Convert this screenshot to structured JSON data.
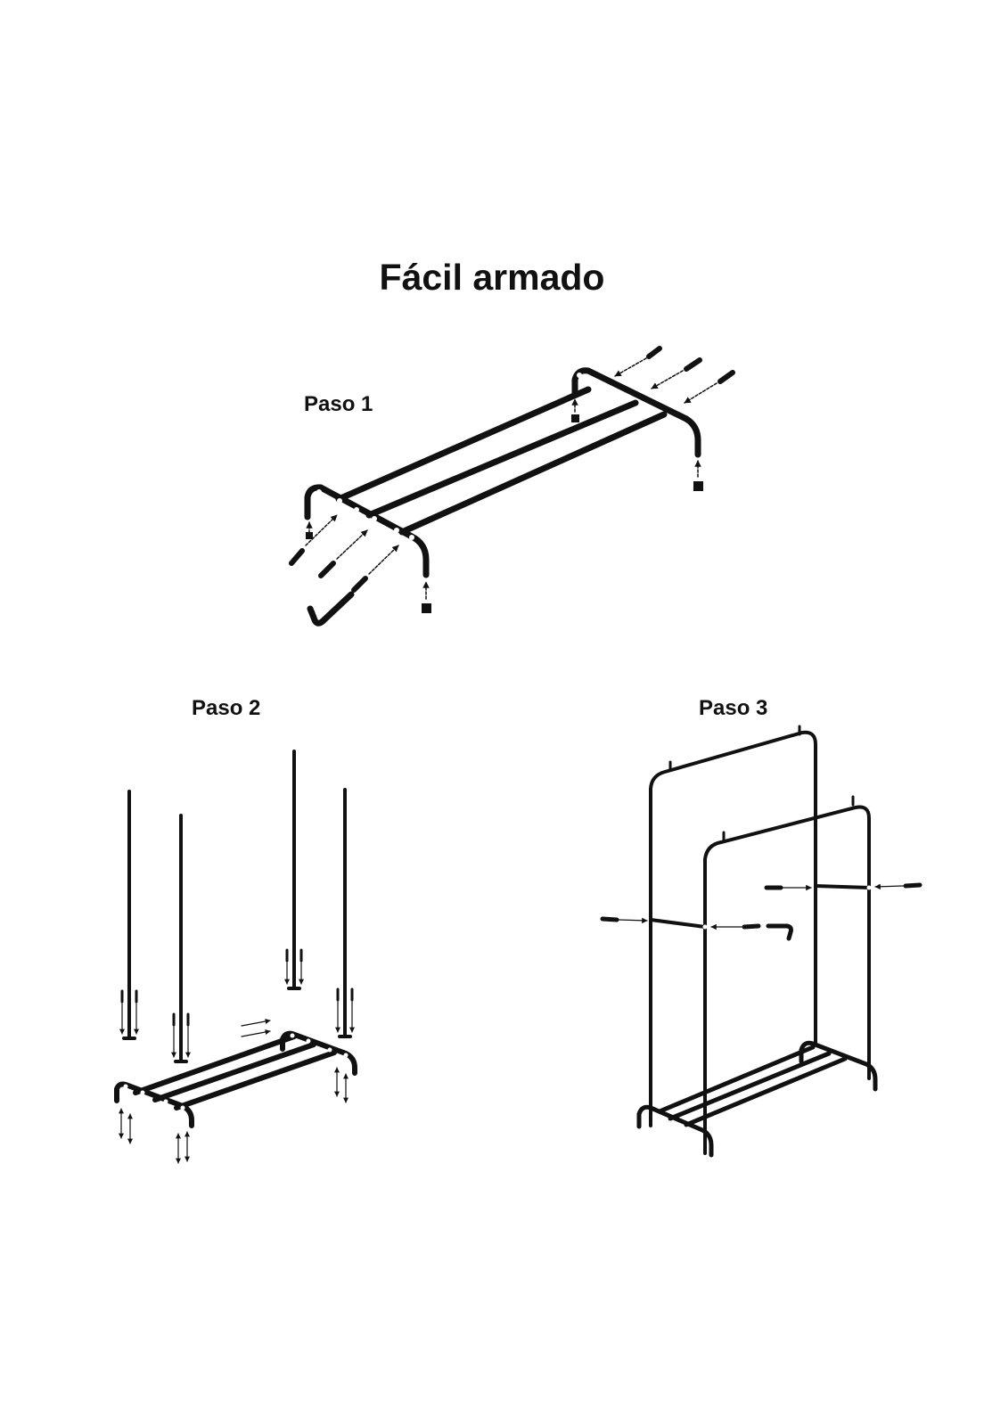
{
  "title": "Fácil armado",
  "steps": [
    {
      "label": "Paso 1"
    },
    {
      "label": "Paso 2"
    },
    {
      "label": "Paso 3"
    }
  ],
  "colors": {
    "ink": "#111111",
    "background": "#ffffff"
  }
}
